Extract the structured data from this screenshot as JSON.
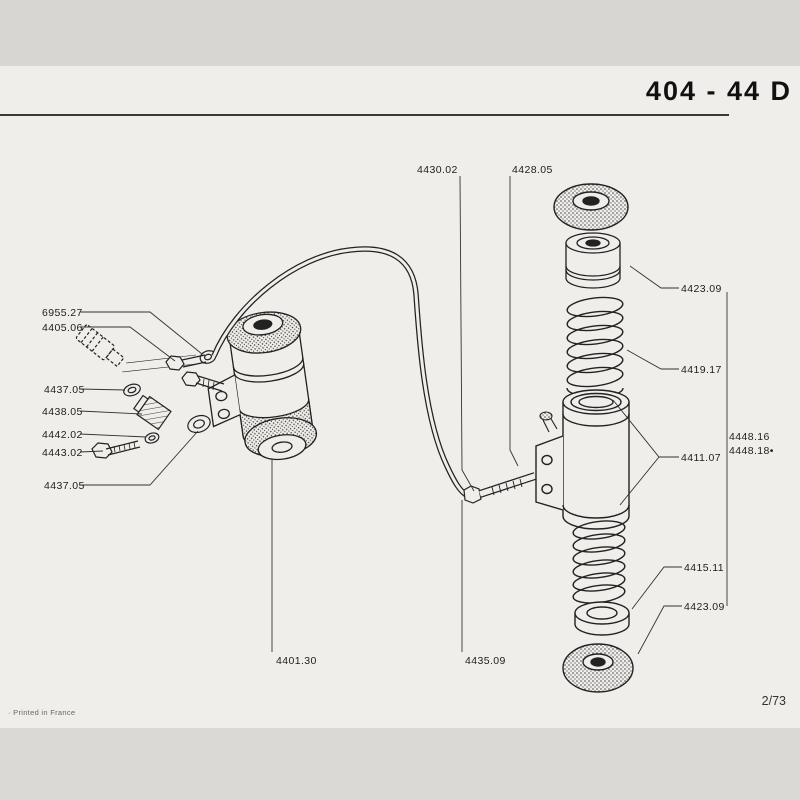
{
  "header": {
    "title": "404 - 44 D"
  },
  "footer": {
    "printed": "· Printed in France",
    "page": "2/73"
  },
  "colors": {
    "paper": "#f0eeea",
    "band": "#d8d6d3",
    "ink": "#222222"
  },
  "part_labels": [
    {
      "text": "6955.27"
    },
    {
      "text": "4405.06"
    },
    {
      "text": "4437.05"
    },
    {
      "text": "4438.05"
    },
    {
      "text": "4442.02"
    },
    {
      "text": "4443.02"
    },
    {
      "text": "4437.05"
    },
    {
      "text": "4430.02"
    },
    {
      "text": "4428.05"
    },
    {
      "text": "4423.09"
    },
    {
      "text": "4419.17"
    },
    {
      "text": "4411.07"
    },
    {
      "text": "4448.16"
    },
    {
      "text": "4448.18•"
    },
    {
      "text": "4415.11"
    },
    {
      "text": "4423.09"
    },
    {
      "text": "4401.30"
    },
    {
      "text": "4435.09"
    }
  ]
}
